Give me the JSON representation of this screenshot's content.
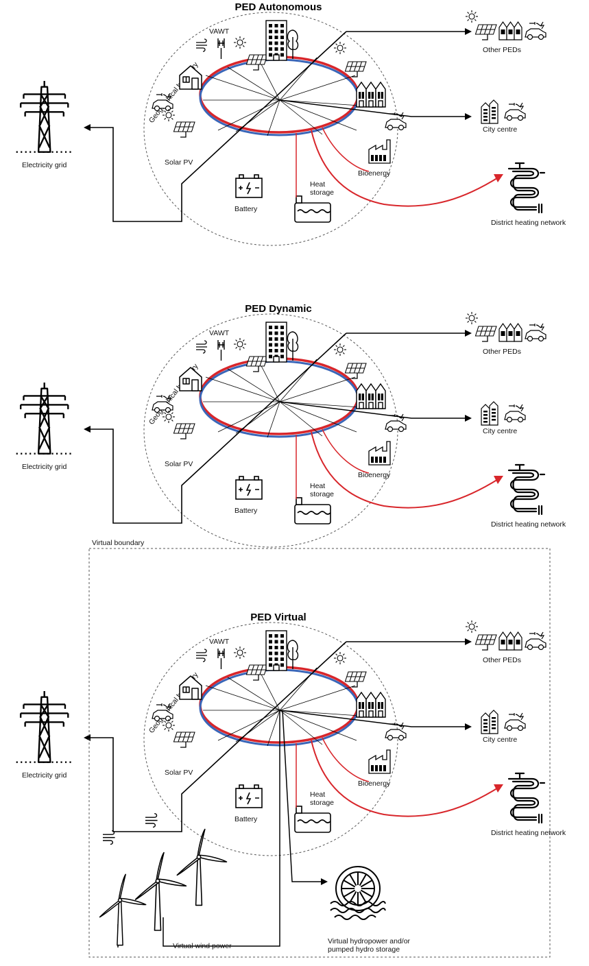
{
  "colors": {
    "electric": "#000000",
    "heat": "#d8262b",
    "cool": "#3a66b8",
    "boundary": "#555555"
  },
  "panels": [
    {
      "title": "PED Autonomous",
      "geographical_boundary": "Geographical boundary",
      "labels": {
        "vawt": "VAWT",
        "solar_pv": "Solar PV",
        "battery": "Battery",
        "heat_storage": [
          "Heat",
          "storage"
        ],
        "bioenergy": "Bioenergy",
        "electricity_grid": "Electricity grid",
        "other_peds": "Other PEDs",
        "city_centre": "City centre",
        "district_heating_network": "District heating network"
      }
    },
    {
      "title": "PED Dynamic",
      "geographical_boundary": "Geographical boundary",
      "labels": {
        "vawt": "VAWT",
        "solar_pv": "Solar PV",
        "battery": "Battery",
        "heat_storage": [
          "Heat",
          "storage"
        ],
        "bioenergy": "Bioenergy",
        "electricity_grid": "Electricity grid",
        "other_peds": "Other PEDs",
        "city_centre": "City centre",
        "district_heating_network": "District heating network"
      }
    },
    {
      "title": "PED Virtual",
      "geographical_boundary": "Geographical boundary",
      "virtual_boundary": "Virtual boundary",
      "virtual_wind": "Virtual wind power",
      "virtual_hydro": [
        "Virtual hydropower and/or",
        "pumped hydro storage"
      ],
      "labels": {
        "vawt": "VAWT",
        "solar_pv": "Solar PV",
        "battery": "Battery",
        "heat_storage": [
          "Heat",
          "storage"
        ],
        "bioenergy": "Bioenergy",
        "electricity_grid": "Electricity grid",
        "other_peds": "Other PEDs",
        "city_centre": "City centre",
        "district_heating_network": "District heating network"
      }
    }
  ]
}
